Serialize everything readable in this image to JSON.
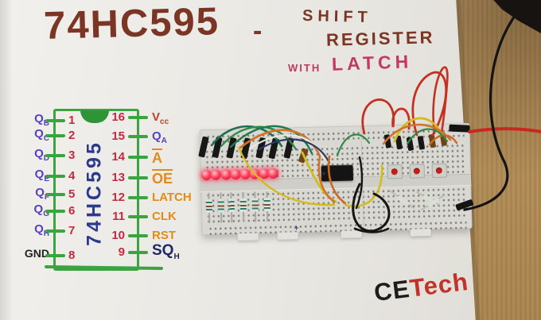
{
  "title": {
    "main": "74HC595",
    "dash": "-",
    "word_shift": "SHIFT",
    "word_register": "REGISTER",
    "word_with": "WITH",
    "word_latch": "LATCH"
  },
  "ic": {
    "name": "74HC595",
    "left_pins": [
      {
        "num": "1",
        "main": "Q",
        "sub": "B"
      },
      {
        "num": "2",
        "main": "Q",
        "sub": "C"
      },
      {
        "num": "3",
        "main": "Q",
        "sub": "D"
      },
      {
        "num": "4",
        "main": "Q",
        "sub": "E"
      },
      {
        "num": "5",
        "main": "Q",
        "sub": "F"
      },
      {
        "num": "6",
        "main": "Q",
        "sub": "G"
      },
      {
        "num": "7",
        "main": "Q",
        "sub": "H"
      },
      {
        "num": "8",
        "main": "GND",
        "sub": ""
      }
    ],
    "right_pins": [
      {
        "num": "16",
        "main": "V",
        "sub": "cc",
        "overline": false
      },
      {
        "num": "15",
        "main": "Q",
        "sub": "A",
        "overline": false
      },
      {
        "num": "14",
        "main": "A",
        "sub": "",
        "overline": true
      },
      {
        "num": "13",
        "main": "OE",
        "sub": "",
        "overline": true
      },
      {
        "num": "12",
        "main": "LATCH",
        "sub": "",
        "overline": false
      },
      {
        "num": "11",
        "main": "CLK",
        "sub": "",
        "overline": false
      },
      {
        "num": "10",
        "main": "RST",
        "sub": "",
        "overline": false
      },
      {
        "num": "9",
        "main": "SQ",
        "sub": "H",
        "overline": false
      }
    ]
  },
  "breadboard": {
    "led_count": 8,
    "button_count": 3,
    "resistor_count": 6,
    "plus_mark": "+"
  },
  "logo": {
    "black": "CE",
    "red": "Tech"
  },
  "colors": {
    "marker_green": "#3aa540",
    "marker_blue": "#2b3a8c",
    "marker_purple": "#5a3fc0",
    "marker_red": "#c22a42",
    "marker_orange": "#e08b1a",
    "marker_maroon": "#7b3525",
    "marker_pink": "#c23a5e",
    "led_red": "#e5103a",
    "desk_wood": "#b8935f",
    "paper": "#e9e7e2"
  }
}
